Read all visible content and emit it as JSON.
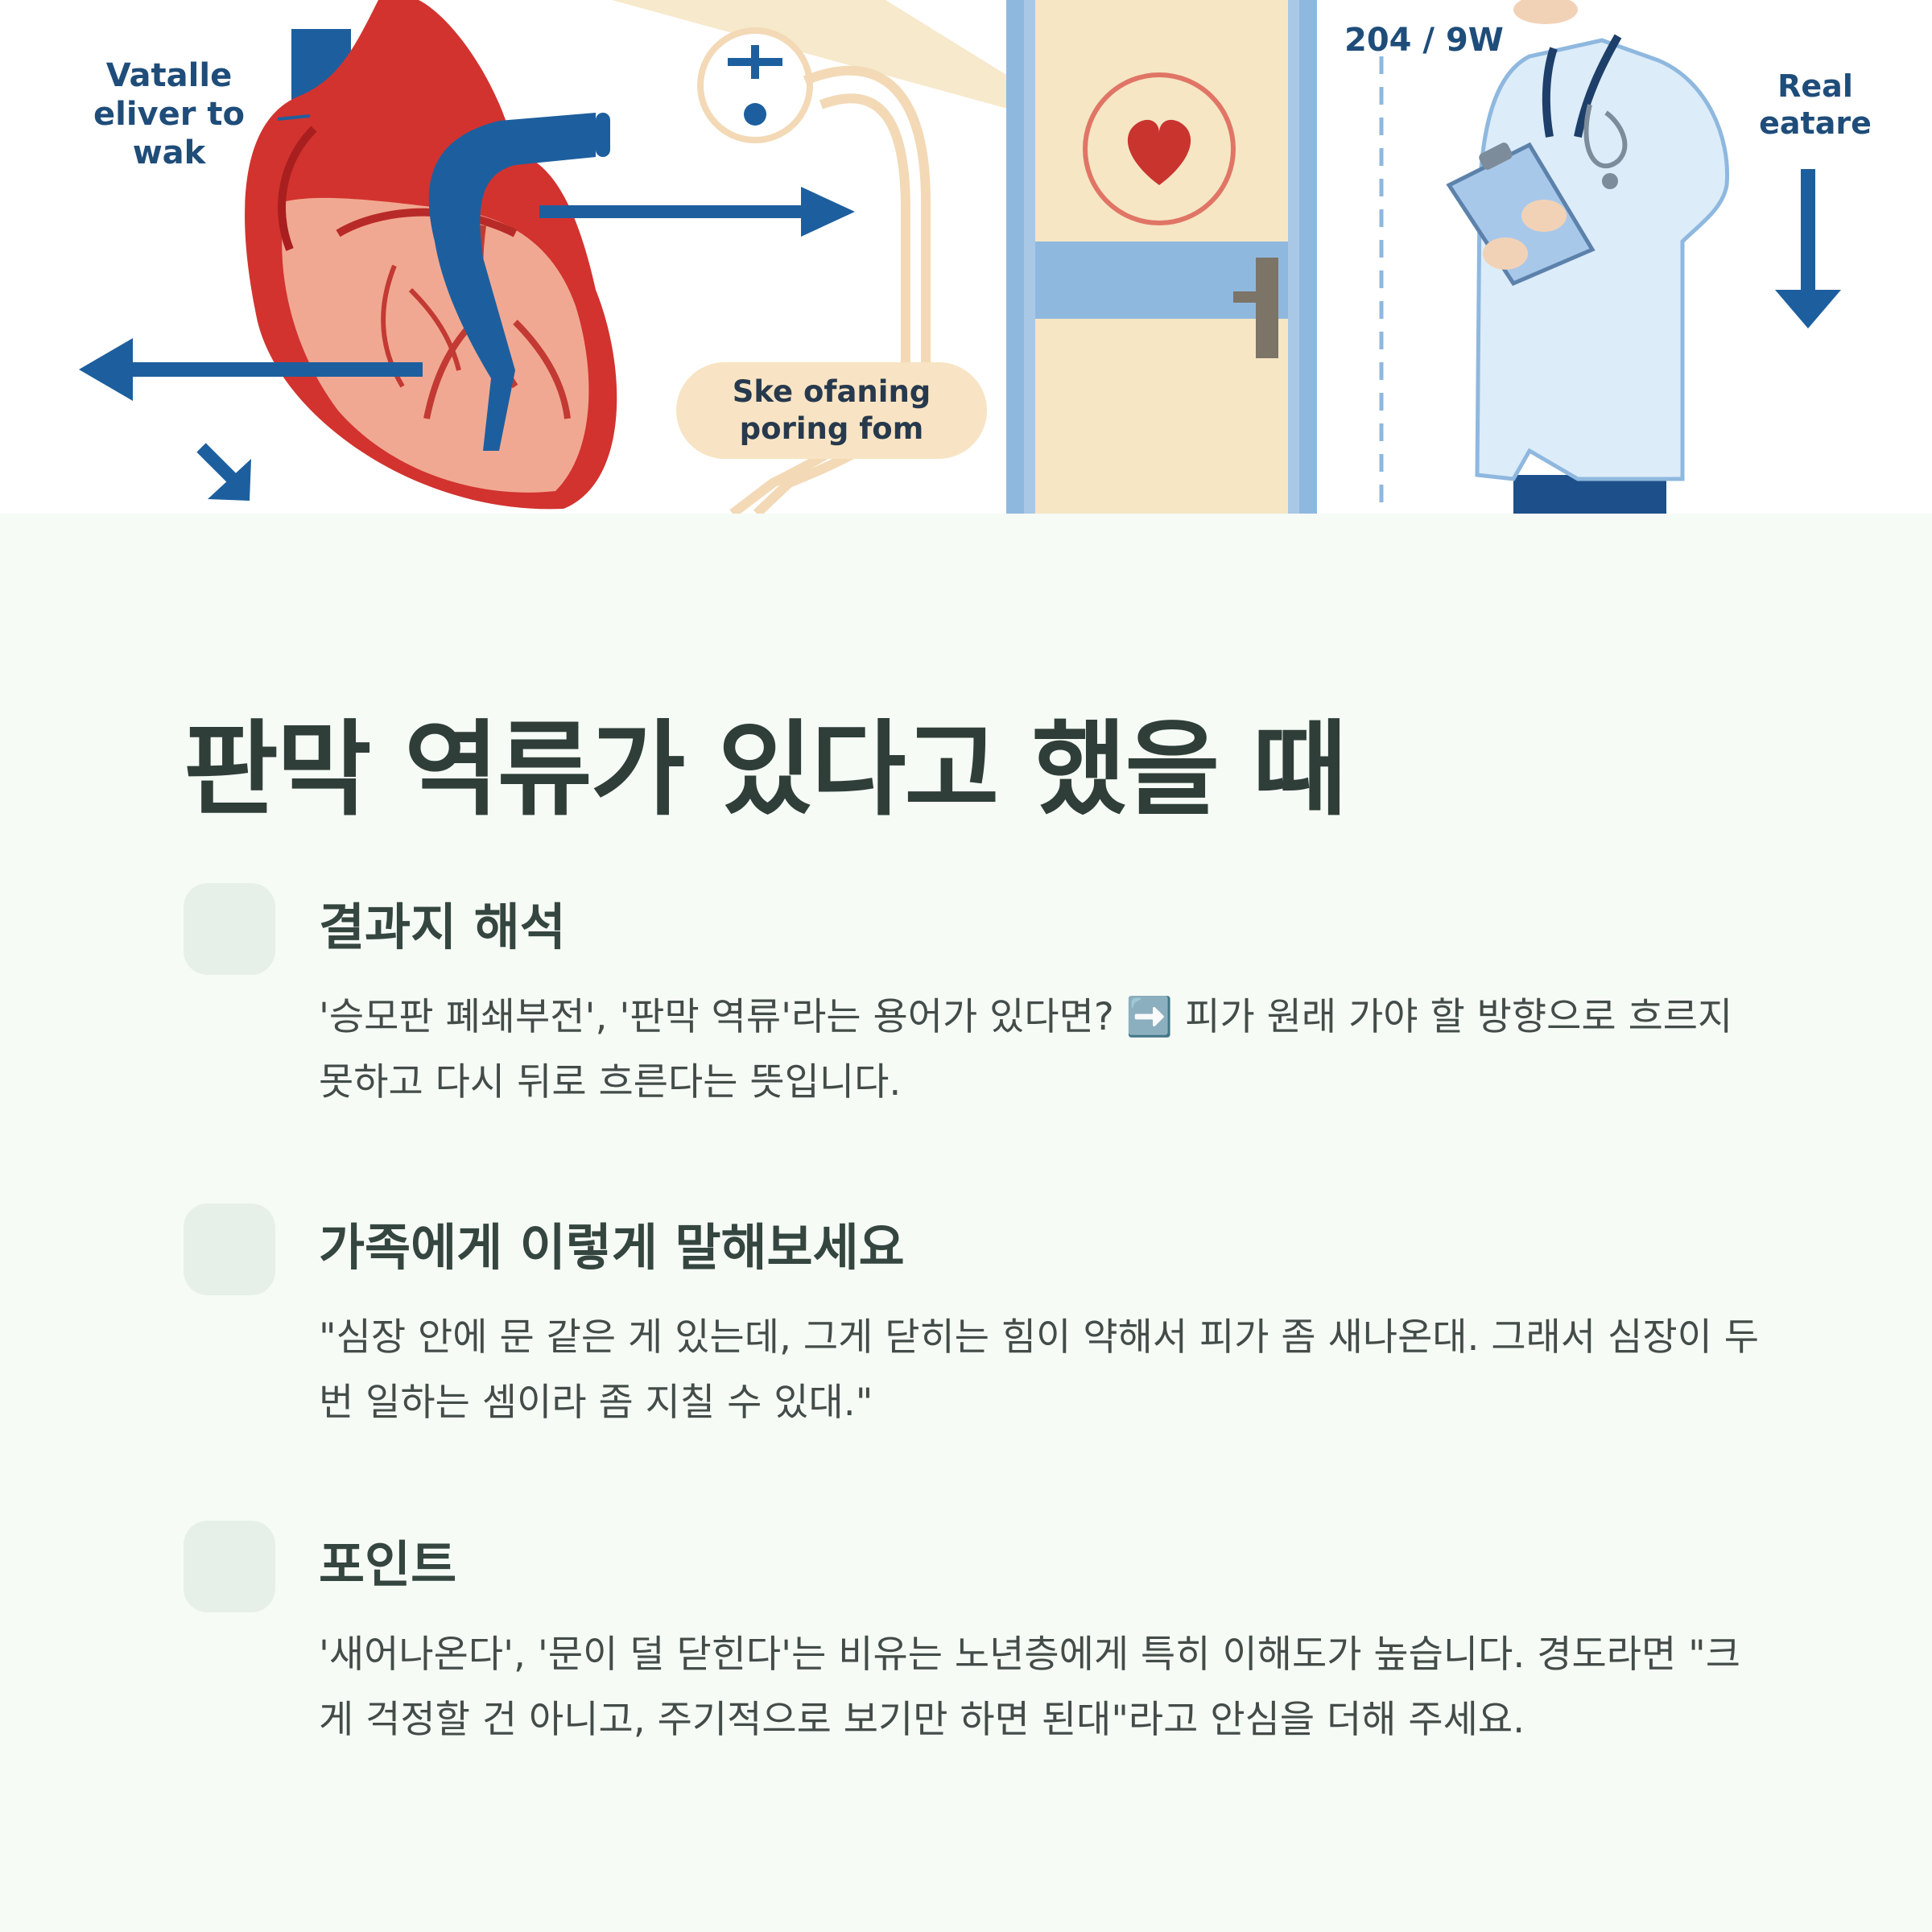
{
  "illustration": {
    "label_left": "Vatalle\neliver to\nwak",
    "label_number": "204 / 9W",
    "label_right": "Real\neatare",
    "pill_text": "Ske ofaning\nporing fom",
    "colors": {
      "heart_red": "#d2332f",
      "vessel_blue": "#1d5f9e",
      "door_blue": "#8fb8df",
      "door_cream": "#f6e6c4",
      "coat_blue": "#dcecf9"
    }
  },
  "title": "판막 역류가 있다고 했을 때",
  "sections": [
    {
      "heading": "결과지 해석",
      "body": "'승모판 폐쇄부전', '판막 역류'라는 용어가 있다면? ➡️ 피가 원래 가야 할 방향으로 흐르지 못하고 다시 뒤로 흐른다는 뜻입니다."
    },
    {
      "heading": "가족에게 이렇게 말해보세요",
      "body": "\"심장 안에 문 같은 게 있는데, 그게 닫히는 힘이 약해서 피가 좀 새나온대. 그래서 심장이 두 번 일하는 셈이라 좀 지칠 수 있대.\""
    },
    {
      "heading": "포인트",
      "body": "'새어나온다', '문이 덜 닫힌다'는 비유는 노년층에게 특히 이해도가 높습니다. 경도라면 \"크게 걱정할 건 아니고, 주기적으로 보기만 하면 된대\"라고 안심을 더해 주세요."
    }
  ],
  "colors": {
    "background": "#f6fbf6",
    "title": "#2f3e38",
    "badge": "#e6efe8"
  }
}
